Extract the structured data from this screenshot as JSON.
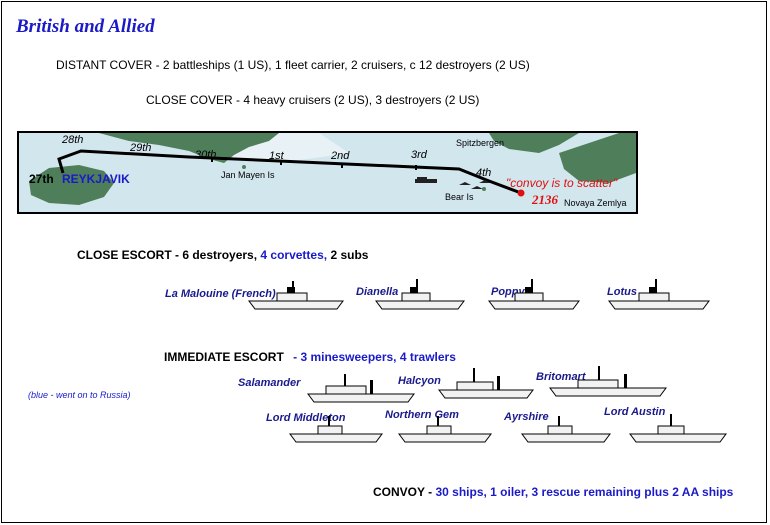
{
  "heading": "British and Allied",
  "distant_cover": "DISTANT COVER -  2 battleships (1 US), 1 fleet carrier, 2 cruisers, c 12 destroyers (2 US)",
  "close_cover": "CLOSE COVER - 4 heavy cruisers (2 US), 3 destroyers (2 US)",
  "map": {
    "dates": [
      "27th",
      "28th",
      "29th",
      "30th",
      "1st",
      "2nd",
      "3rd",
      "4th"
    ],
    "reykjavik": "REYKJAVIK",
    "jan_mayen": "Jan Mayen Is",
    "spitzbergen": "Spitzbergen",
    "bear_island": "Bear Is",
    "novaya_zemlya": "Novaya Zemlya",
    "scatter_order": "\"convoy is to scatter\"",
    "scatter_time": "2136",
    "colors": {
      "sea": "#d2e6ee",
      "land": "#4f7f5a",
      "ice": "#e8f2f6",
      "track": "#000000",
      "scatter": "#e01010"
    }
  },
  "close_escort": {
    "label": "CLOSE ESCORT - 6 destroyers,",
    "corvettes": "4 corvettes,",
    "subs": "2 subs",
    "ships": [
      "La Malouine (French)",
      "Dianella",
      "Poppy",
      "Lotus"
    ]
  },
  "immediate_escort": {
    "label": "IMMEDIATE ESCORT",
    "detail": "- 3 minesweepers, 4 trawlers",
    "ships_row1": [
      "Salamander",
      "Halcyon",
      "Britomart"
    ],
    "ships_row2": [
      "Lord Middleton",
      "Northern Gem",
      "Ayrshire",
      "Lord Austin"
    ]
  },
  "note": "(blue - went on to Russia)",
  "convoy": {
    "label": "CONVOY -",
    "detail": "30 ships, 1 oiler, 3 rescue remaining  plus 2 AA ships"
  },
  "colors": {
    "accent_blue": "#1a1ac8",
    "ship_name": "#1a1a8c"
  }
}
